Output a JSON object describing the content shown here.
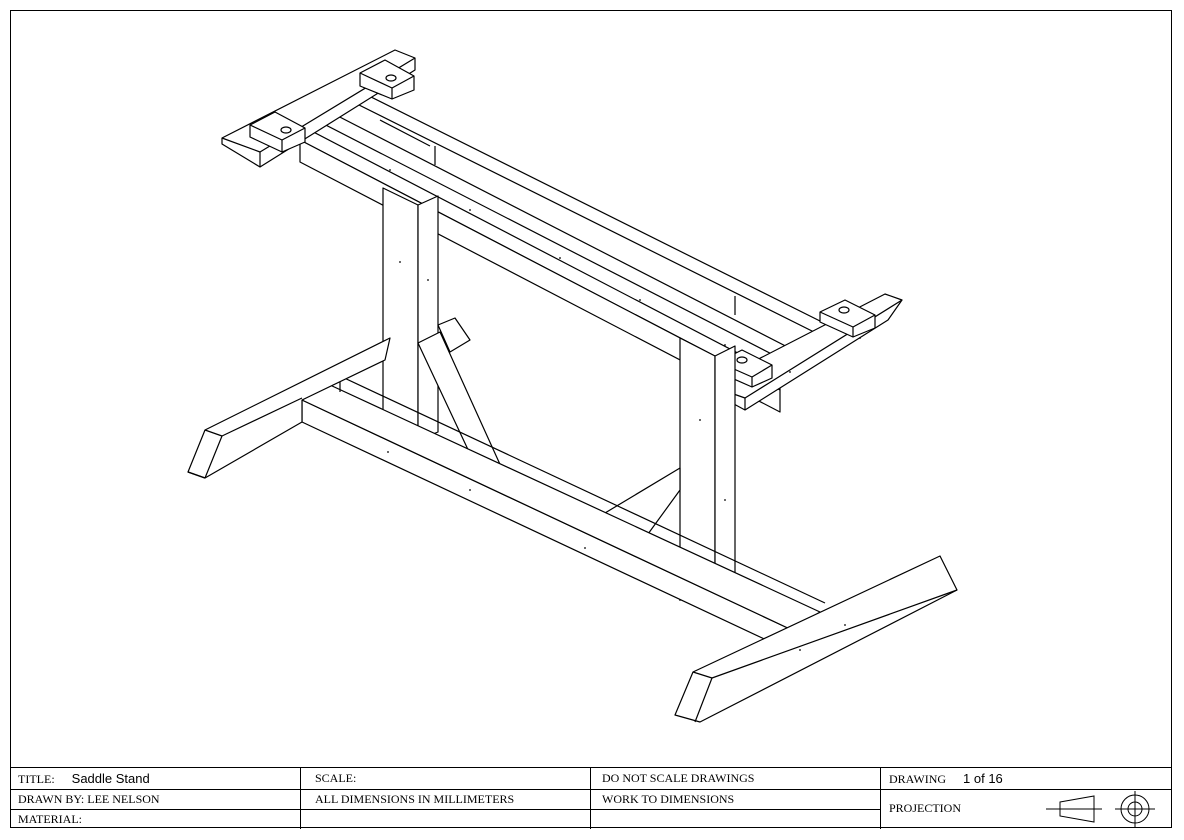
{
  "drawing": {
    "subject_icon": "saddle-stand-isometric",
    "line_color": "#000000",
    "background": "#ffffff"
  },
  "title_block": {
    "title_label": "TITLE:",
    "title_value": "Saddle Stand",
    "drawn_by": "DRAWN BY: LEE NELSON",
    "material_label": "MATERIAL:",
    "scale_label": "SCALE:",
    "dimensions_note": "ALL DIMENSIONS IN MILLIMETERS",
    "do_not_scale": "DO NOT SCALE DRAWINGS",
    "work_to_dimensions": "WORK TO DIMENSIONS",
    "drawing_label": "DRAWING",
    "drawing_number": "1 of 16",
    "projection_label": "PROJECTION",
    "projection_icon": "third-angle-projection-icon"
  }
}
